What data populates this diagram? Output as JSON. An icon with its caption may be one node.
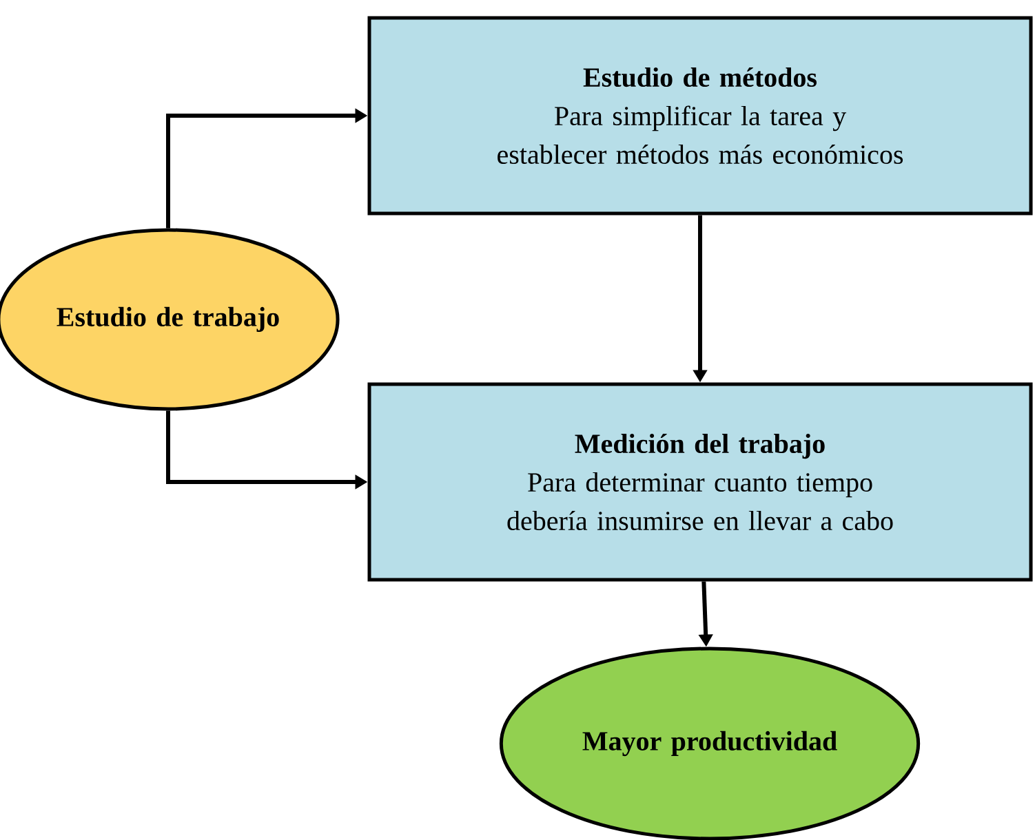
{
  "diagram": {
    "nodes": [
      {
        "text": [
          "Estudio de trabajo"
        ]
      },
      {
        "text": [
          "Estudio de métodos",
          "Para simplificar la tarea y establecer métodos más económicos"
        ]
      },
      {
        "text": [
          "Medición del trabajo",
          "Para determinar cuanto tiempo debería insumirse en llevar a cabo"
        ]
      },
      {
        "text": [
          "Mayor productividad"
        ]
      }
    ],
    "edges": [
      {
        "from": 0,
        "to": 1,
        "arrow": "to"
      },
      {
        "from": 0,
        "to": 2,
        "arrow": "to"
      },
      {
        "from": 1,
        "to": 2,
        "arrow": "to"
      },
      {
        "from": 2,
        "to": 3,
        "arrow": "to"
      }
    ]
  }
}
